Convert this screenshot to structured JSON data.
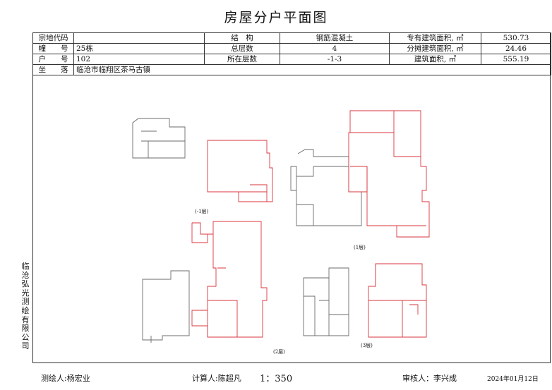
{
  "title": "房屋分户平面图",
  "info": {
    "parcel_label": "宗地代码",
    "parcel_value": "",
    "structure_label": "结　构",
    "structure_value": "钢筋混凝土",
    "exclusive_area_label": "专有建筑面积, ㎡",
    "exclusive_area_value": "530.73",
    "building_label": "幢　　号",
    "building_value": "25栋",
    "total_floors_label": "总层数",
    "total_floors_value": "4",
    "shared_area_label": "分摊建筑面积, ㎡",
    "shared_area_value": "24.46",
    "unit_label": "户　　号",
    "unit_value": "102",
    "floor_label": "所在层数",
    "floor_value": "-1-3",
    "building_area_label": "建筑面积, ㎡",
    "building_area_value": "555.19",
    "location_label": "坐　　落",
    "location_value": "临沧市临翔区茶马古镇"
  },
  "sidebar_company": "临沧弘光测绘有限公司",
  "captions": {
    "floor_b1": "(-1层)",
    "floor_1": "(1层)",
    "floor_2": "(2层)",
    "floor_3": "(3层)"
  },
  "footer": {
    "surveyor": "测绘人:杨宏业",
    "calculator": "计算人:陈超凡",
    "scale": "1：350",
    "reviewer": "审核人：李兴成",
    "date": "2024年01月12日"
  },
  "colors": {
    "unit_outline": "#d9363e",
    "context_outline": "#6b6b6b"
  }
}
